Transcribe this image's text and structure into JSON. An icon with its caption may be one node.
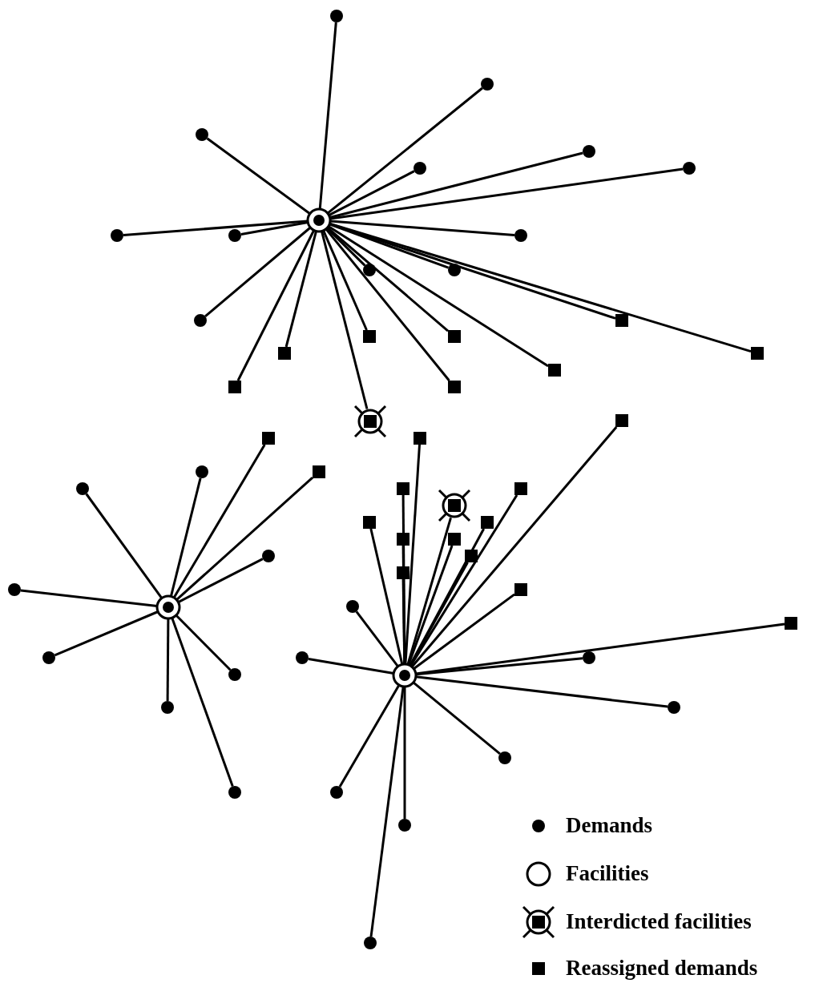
{
  "diagram": {
    "nodes": [
      {
        "text": [],
        "shape": "circle"
      },
      {
        "text": [],
        "shape": "circle"
      },
      {
        "text": [],
        "shape": "circle"
      },
      {
        "text": [],
        "shape": "circle"
      },
      {
        "text": [],
        "shape": "circle"
      },
      {
        "text": [],
        "shape": "circle"
      },
      {
        "text": [],
        "shape": "circle"
      },
      {
        "text": [],
        "shape": "circle"
      },
      {
        "text": [],
        "shape": "circle"
      },
      {
        "text": [],
        "shape": "circle"
      },
      {
        "text": [],
        "shape": "circle"
      },
      {
        "text": [],
        "shape": "circle"
      },
      {
        "text": [],
        "shape": "circle"
      },
      {
        "text": [],
        "shape": "box"
      },
      {
        "text": [],
        "shape": "box"
      },
      {
        "text": [],
        "shape": "box"
      },
      {
        "text": [],
        "shape": "box"
      },
      {
        "text": [],
        "shape": "box"
      },
      {
        "text": [],
        "shape": "box"
      },
      {
        "text": [],
        "shape": "box"
      },
      {
        "text": [],
        "shape": "box"
      },
      {
        "text": [],
        "shape": "circle"
      },
      {
        "text": [],
        "shape": "box"
      },
      {
        "text": [],
        "shape": "box"
      },
      {
        "text": [],
        "shape": "box"
      },
      {
        "text": [],
        "shape": "circle"
      },
      {
        "text": [],
        "shape": "box"
      },
      {
        "text": [],
        "shape": "circle"
      },
      {
        "text": [],
        "shape": "box"
      },
      {
        "text": [],
        "shape": "box"
      },
      {
        "text": [],
        "shape": "circle"
      },
      {
        "text": [],
        "shape": "box"
      },
      {
        "text": [],
        "shape": "box"
      },
      {
        "text": [],
        "shape": "box"
      },
      {
        "text": [],
        "shape": "box"
      },
      {
        "text": [],
        "shape": "circle"
      },
      {
        "text": [],
        "shape": "box"
      },
      {
        "text": [],
        "shape": "box"
      },
      {
        "text": [],
        "shape": "circle"
      },
      {
        "text": [],
        "shape": "box"
      },
      {
        "text": [],
        "shape": "circle"
      },
      {
        "text": [],
        "shape": "circle"
      },
      {
        "text": [],
        "shape": "box"
      },
      {
        "text": [],
        "shape": "circle"
      },
      {
        "text": [],
        "shape": "circle"
      },
      {
        "text": [],
        "shape": "circle"
      },
      {
        "text": [],
        "shape": "circle"
      },
      {
        "text": [],
        "shape": "circle"
      },
      {
        "text": [],
        "shape": "circle"
      },
      {
        "text": [],
        "shape": "circle"
      },
      {
        "text": [],
        "shape": "circle"
      },
      {
        "text": [],
        "shape": "circle"
      },
      {
        "text": [],
        "shape": "circle"
      },
      {
        "text": [],
        "shape": "circle"
      },
      {
        "text": [],
        "shape": "circle"
      }
    ],
    "edges": [
      {
        "from": 6,
        "to": 0,
        "arrow": "none"
      },
      {
        "from": 6,
        "to": 1,
        "arrow": "none"
      },
      {
        "from": 6,
        "to": 2,
        "arrow": "none"
      },
      {
        "from": 6,
        "to": 3,
        "arrow": "none"
      },
      {
        "from": 6,
        "to": 4,
        "arrow": "none"
      },
      {
        "from": 6,
        "to": 5,
        "arrow": "none"
      },
      {
        "from": 6,
        "to": 7,
        "arrow": "none"
      },
      {
        "from": 6,
        "to": 8,
        "arrow": "none"
      },
      {
        "from": 6,
        "to": 9,
        "arrow": "none"
      },
      {
        "from": 6,
        "to": 10,
        "arrow": "none"
      },
      {
        "from": 6,
        "to": 11,
        "arrow": "none"
      },
      {
        "from": 6,
        "to": 12,
        "arrow": "none"
      },
      {
        "from": 6,
        "to": 13,
        "arrow": "none"
      },
      {
        "from": 6,
        "to": 14,
        "arrow": "none"
      },
      {
        "from": 6,
        "to": 15,
        "arrow": "none"
      },
      {
        "from": 6,
        "to": 16,
        "arrow": "none"
      },
      {
        "from": 6,
        "to": 17,
        "arrow": "none"
      },
      {
        "from": 6,
        "to": 18,
        "arrow": "none"
      },
      {
        "from": 6,
        "to": 19,
        "arrow": "none"
      },
      {
        "from": 6,
        "to": 20,
        "arrow": "none"
      },
      {
        "from": 6,
        "to": 21,
        "arrow": "none"
      },
      {
        "from": 41,
        "to": 23,
        "arrow": "none"
      },
      {
        "from": 41,
        "to": 25,
        "arrow": "none"
      },
      {
        "from": 41,
        "to": 26,
        "arrow": "none"
      },
      {
        "from": 41,
        "to": 27,
        "arrow": "none"
      },
      {
        "from": 41,
        "to": 35,
        "arrow": "none"
      },
      {
        "from": 41,
        "to": 38,
        "arrow": "none"
      },
      {
        "from": 41,
        "to": 43,
        "arrow": "none"
      },
      {
        "from": 41,
        "to": 46,
        "arrow": "none"
      },
      {
        "from": 41,
        "to": 48,
        "arrow": "none"
      },
      {
        "from": 41,
        "to": 51,
        "arrow": "none"
      },
      {
        "from": 47,
        "to": 22,
        "arrow": "none"
      },
      {
        "from": 47,
        "to": 24,
        "arrow": "none"
      },
      {
        "from": 47,
        "to": 28,
        "arrow": "none"
      },
      {
        "from": 47,
        "to": 29,
        "arrow": "none"
      },
      {
        "from": 47,
        "to": 30,
        "arrow": "none"
      },
      {
        "from": 47,
        "to": 31,
        "arrow": "none"
      },
      {
        "from": 47,
        "to": 32,
        "arrow": "none"
      },
      {
        "from": 47,
        "to": 33,
        "arrow": "none"
      },
      {
        "from": 47,
        "to": 34,
        "arrow": "none"
      },
      {
        "from": 47,
        "to": 36,
        "arrow": "none"
      },
      {
        "from": 47,
        "to": 37,
        "arrow": "none"
      },
      {
        "from": 47,
        "to": 39,
        "arrow": "none"
      },
      {
        "from": 47,
        "to": 40,
        "arrow": "none"
      },
      {
        "from": 47,
        "to": 42,
        "arrow": "none"
      },
      {
        "from": 47,
        "to": 44,
        "arrow": "none"
      },
      {
        "from": 47,
        "to": 45,
        "arrow": "none"
      },
      {
        "from": 47,
        "to": 49,
        "arrow": "none"
      },
      {
        "from": 47,
        "to": 50,
        "arrow": "none"
      },
      {
        "from": 47,
        "to": 52,
        "arrow": "none"
      },
      {
        "from": 47,
        "to": 53,
        "arrow": "none"
      },
      {
        "from": 47,
        "to": 54,
        "arrow": "none"
      }
    ],
    "legend": [
      {
        "text": "Demands"
      },
      {
        "text": "Facilities"
      },
      {
        "text": "Interdicted facilities"
      },
      {
        "text": "Reassigned demands"
      }
    ]
  }
}
